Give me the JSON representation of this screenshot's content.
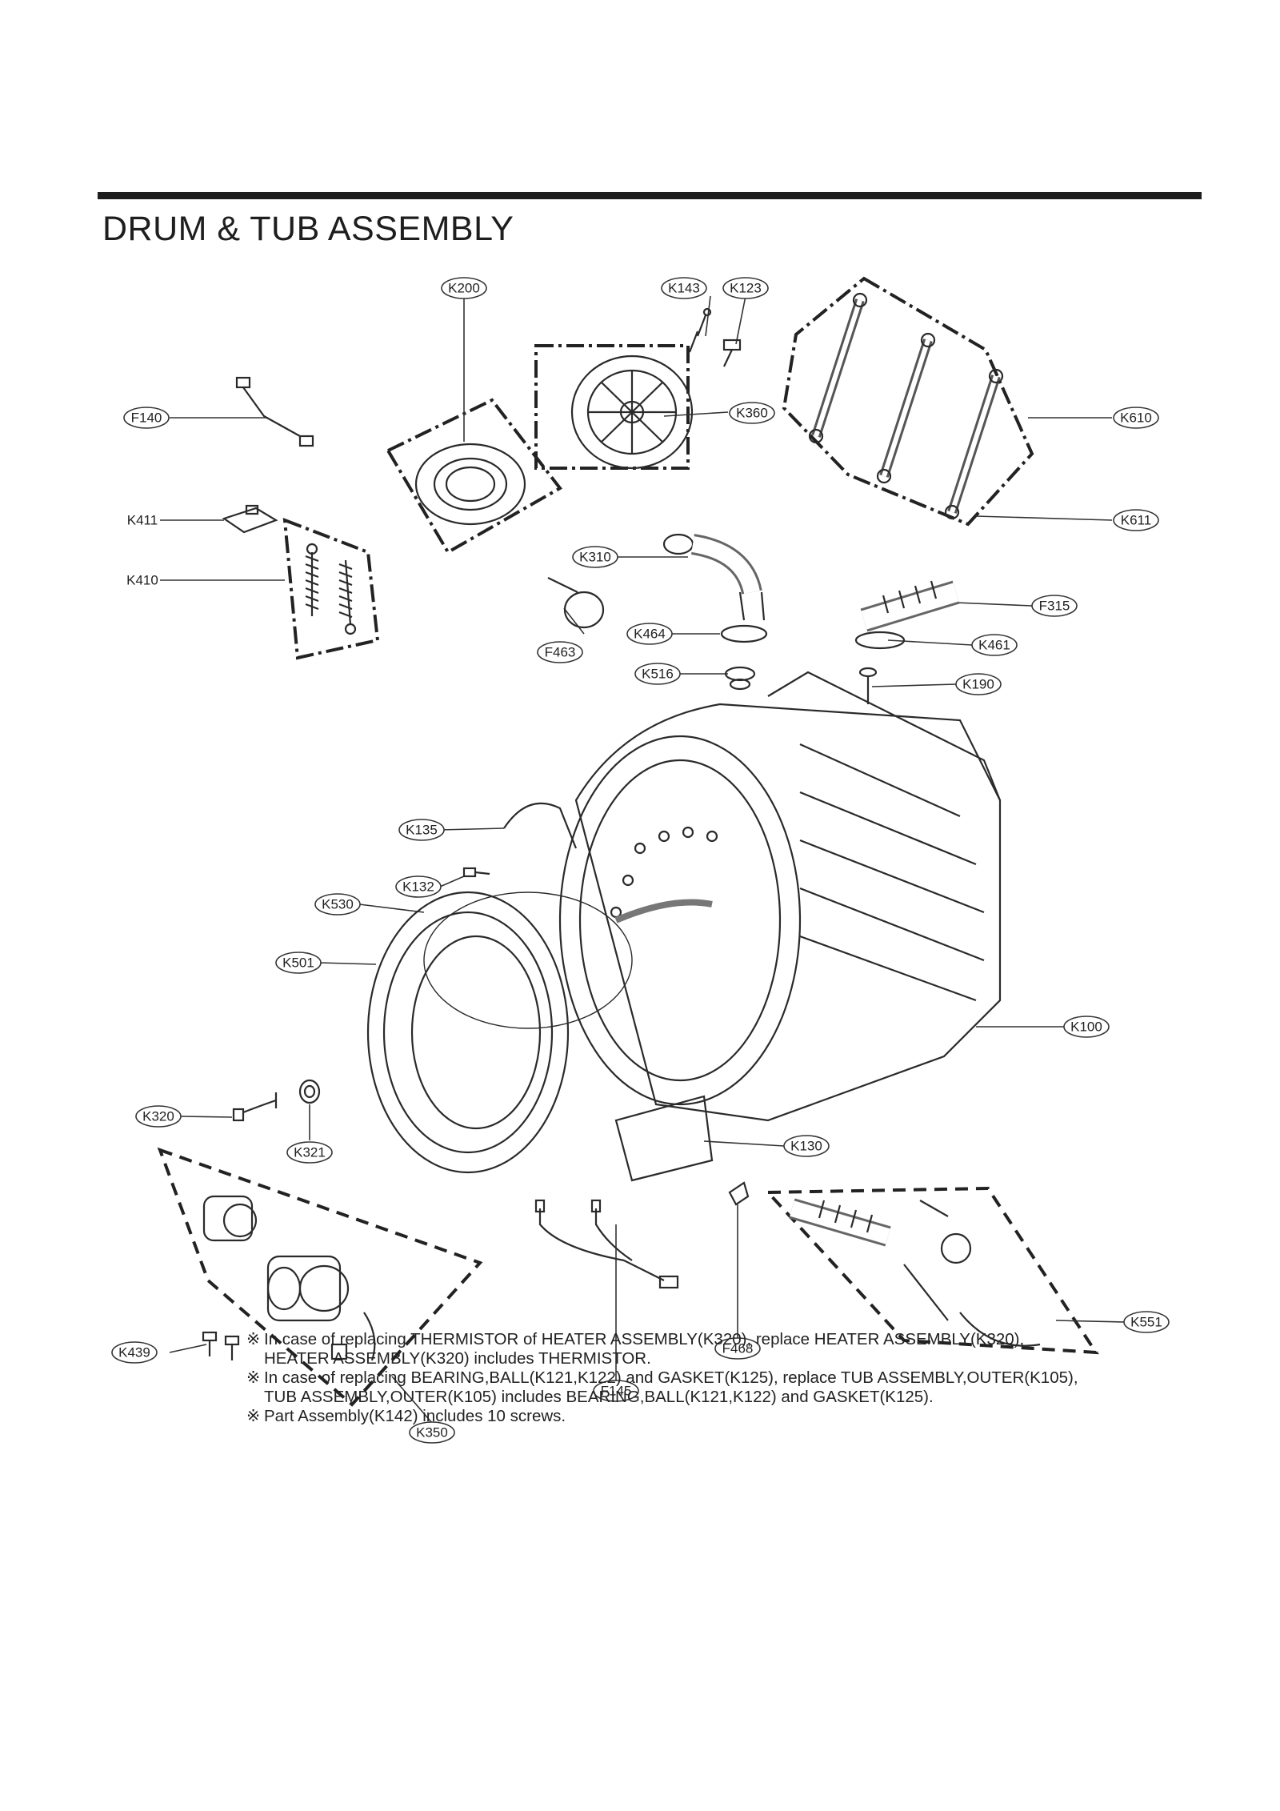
{
  "title": "DRUM & TUB ASSEMBLY",
  "callouts": {
    "K200": "K200",
    "K143": "K143",
    "K123": "K123",
    "K360": "K360",
    "F140": "F140",
    "K610": "K610",
    "K611": "K611",
    "K411": "K411",
    "K410": "K410",
    "K310": "K310",
    "F315": "F315",
    "F463": "F463",
    "K464": "K464",
    "K461": "K461",
    "K516": "K516",
    "K190": "K190",
    "K135": "K135",
    "K132": "K132",
    "K530": "K530",
    "K501": "K501",
    "K100": "K100",
    "K320": "K320",
    "K321": "K321",
    "K130": "K130",
    "K439": "K439",
    "K350": "K350",
    "F468": "F468",
    "F145": "F145",
    "K551": "K551"
  },
  "notes": {
    "mark": "※",
    "n1_a": "In case of replacing THERMISTOR of HEATER ASSEMBLY(K320), replace HEATER ASSEMBLY(K320),",
    "n1_b": "HEATER ASSEMBLY(K320) includes THERMISTOR.",
    "n2_a": "In case of replacing BEARING,BALL(K121,K122) and GASKET(K125), replace TUB ASSEMBLY,OUTER(K105),",
    "n2_b": "TUB ASSEMBLY,OUTER(K105) includes BEARING,BALL(K121,K122) and GASKET(K125).",
    "n3": "Part Assembly(K142) includes 10 screws."
  }
}
